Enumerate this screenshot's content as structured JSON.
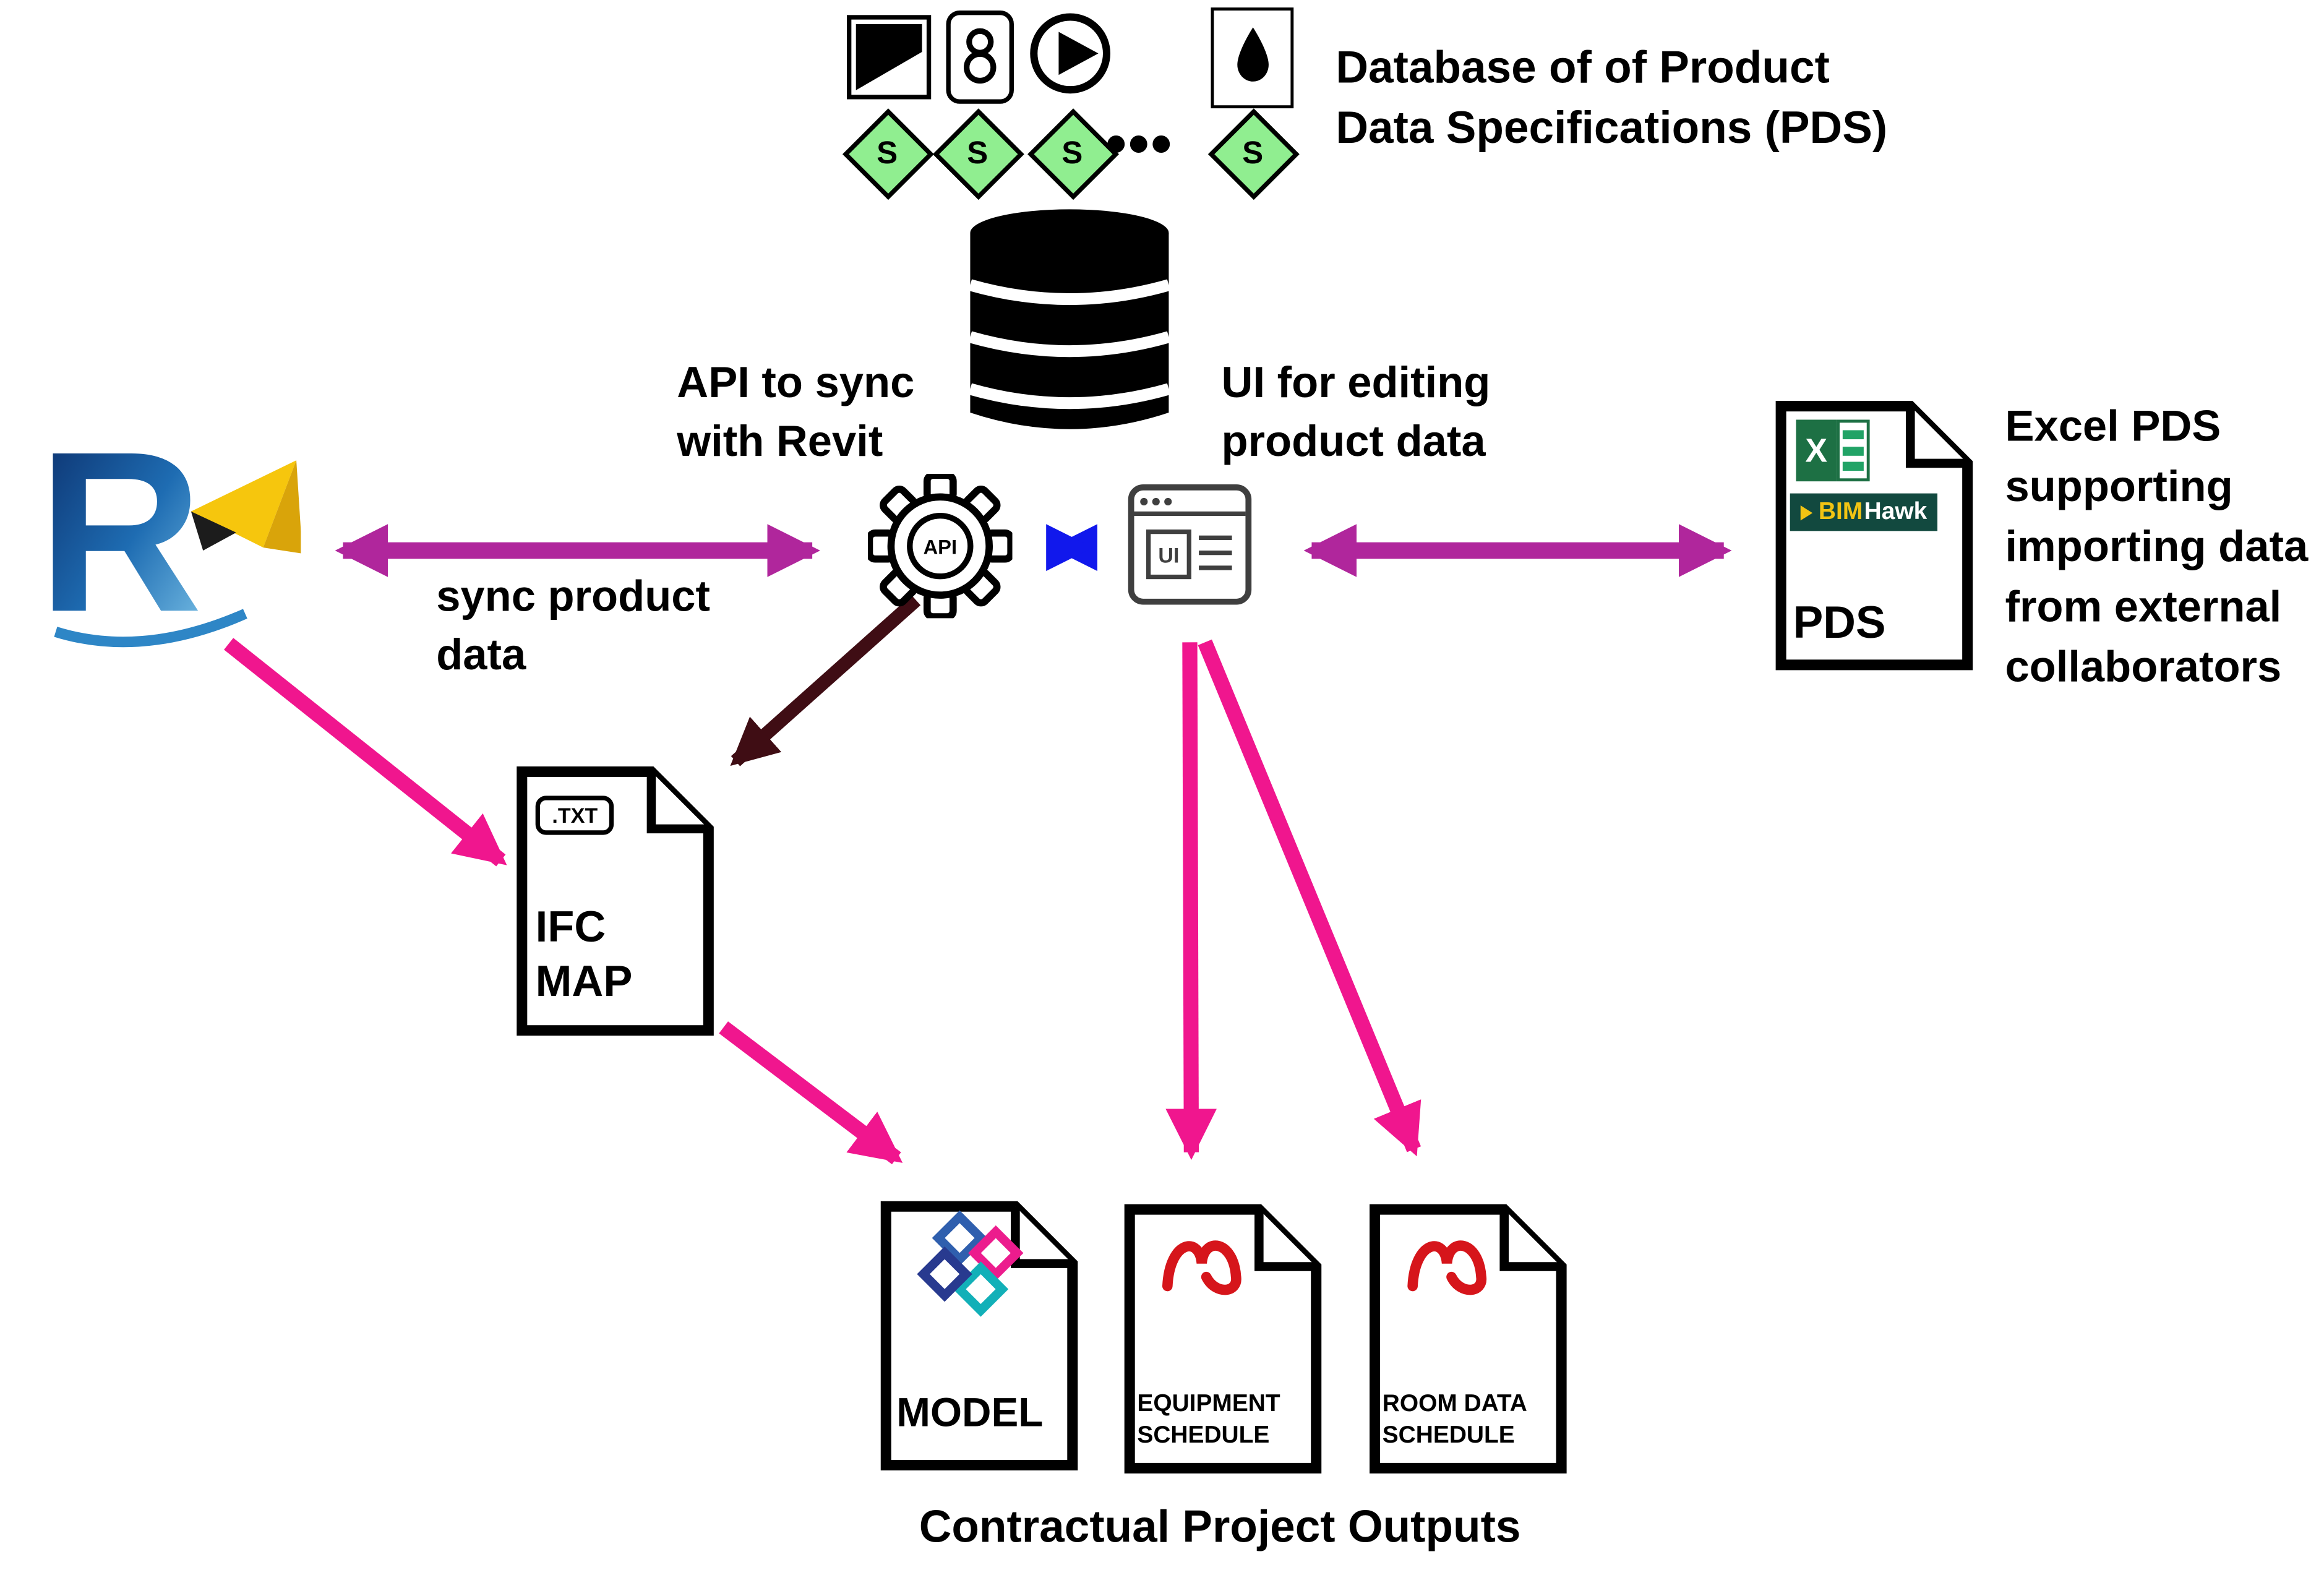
{
  "colors": {
    "magenta": "#b0269c",
    "pink": "#f0168e",
    "blue": "#1118ec",
    "maroon": "#3f0d14",
    "diamond_green": "#90ee90",
    "excel_green": "#1d7044",
    "excel_row": "#21a366",
    "bimhawk_bg": "#12493f",
    "bimhawk_gold": "#f2c413",
    "pdf_red": "#d6151b"
  },
  "top_symbols": {
    "diamond_letter": "S",
    "ellipsis": "•••",
    "caption": "Database of of Product\nData Specifications (PDS)"
  },
  "revit": {
    "letter": "R"
  },
  "api": {
    "caption": "API to sync\nwith Revit",
    "gear_label": "API"
  },
  "ui_editor": {
    "caption": "UI for editing\nproduct data",
    "window_label": "UI"
  },
  "revit_sync": {
    "label": "sync product\ndata"
  },
  "pds_doc": {
    "excel_letter": "X",
    "bimhawk_prefix": "BIM",
    "bimhawk_suffix": "Hawk",
    "label": "PDS",
    "caption": "Excel PDS\nsupporting\nimporting data\nfrom external\ncollaborators"
  },
  "ifc_doc": {
    "badge": ".TXT",
    "label": "IFC\nMAP"
  },
  "outputs": {
    "model": {
      "label": "MODEL"
    },
    "equipment": {
      "label": "EQUIPMENT\nSCHEDULE"
    },
    "room": {
      "label": "ROOM DATA\nSCHEDULE"
    },
    "caption": "Contractual Project Outputs"
  }
}
